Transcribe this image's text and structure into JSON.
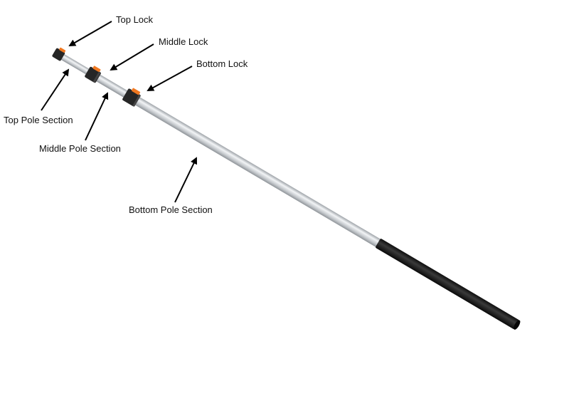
{
  "labels": {
    "top_lock": "Top Lock",
    "middle_lock": "Middle Lock",
    "bottom_lock": "Bottom Lock",
    "top_pole_section": "Top Pole Section",
    "middle_pole_section": "Middle Pole Section",
    "bottom_pole_section": "Bottom Pole Section"
  },
  "colors": {
    "lock_accent": "#f07820",
    "lock_body": "#2a2a2a",
    "pole_metal": "#c8ccd0",
    "grip": "#1c1c1c",
    "arrow": "#000000"
  },
  "icons": {
    "arrow": "arrow-icon"
  }
}
